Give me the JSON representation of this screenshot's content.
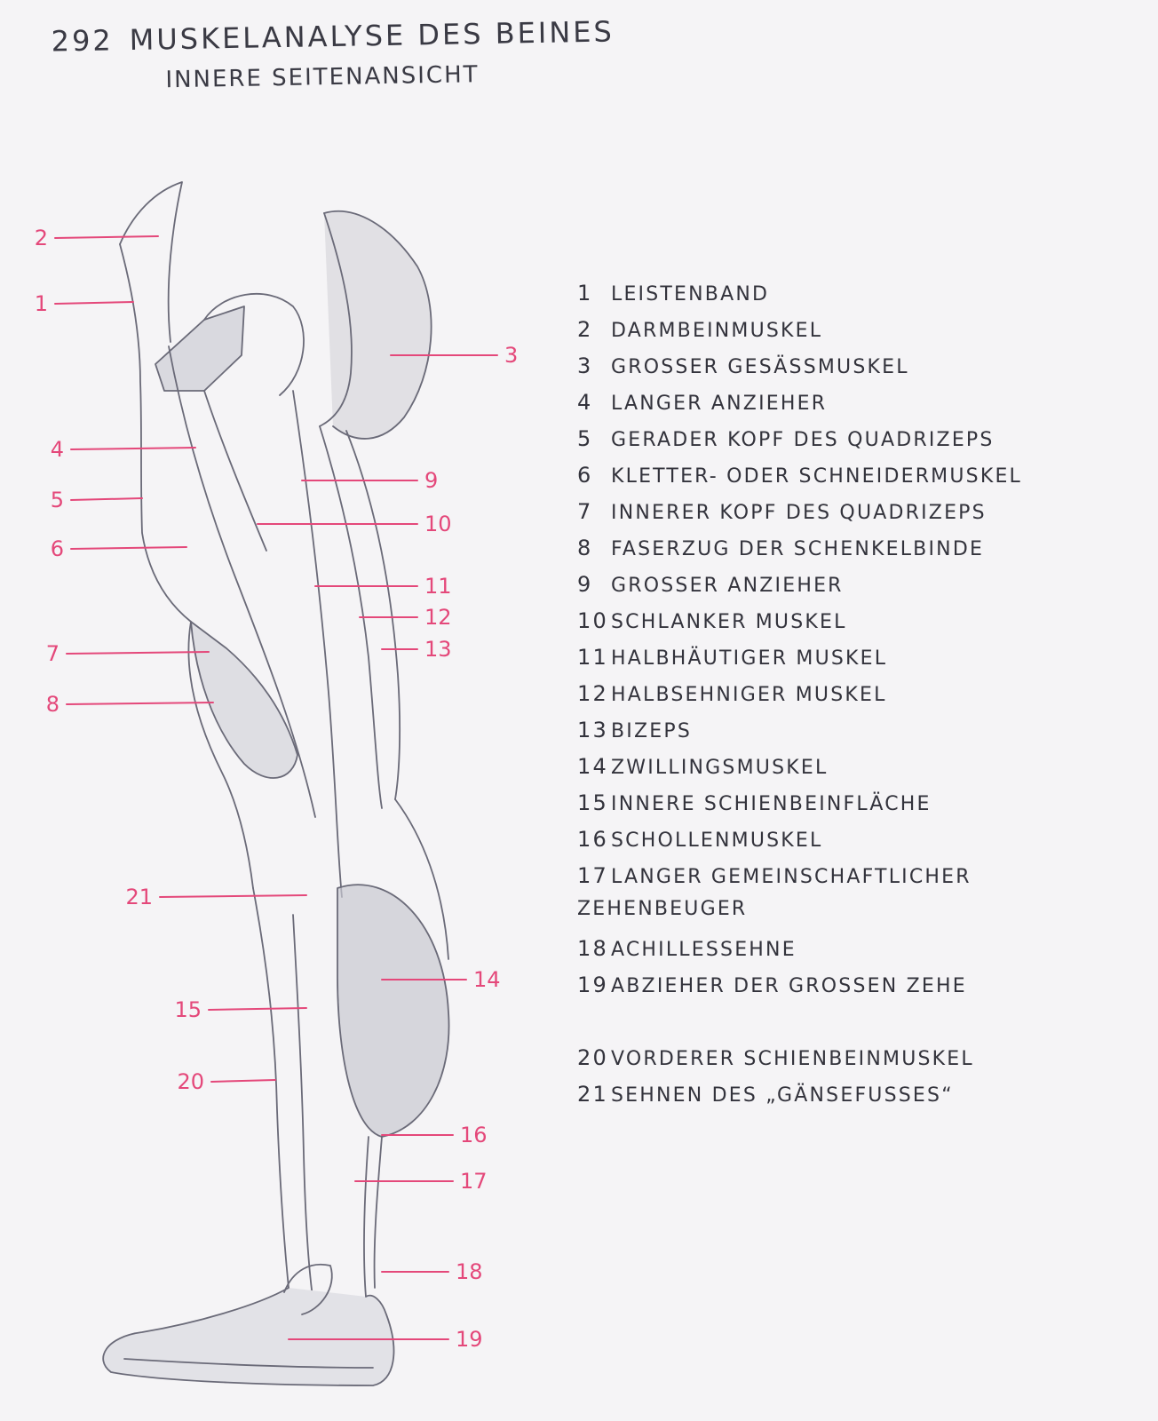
{
  "title": {
    "number": "292",
    "line1": "MUSKELANALYSE DES BEINES",
    "line2": "INNERE SEITENANSICHT"
  },
  "colors": {
    "callout": "#e4487a",
    "ink": "#33333c",
    "pencil": "#6a6a78"
  },
  "legend": [
    {
      "n": "1",
      "label": "LEISTENBAND"
    },
    {
      "n": "2",
      "label": "DARMBEINMUSKEL"
    },
    {
      "n": "3",
      "label": "GROSSER GESÄSSMUSKEL"
    },
    {
      "n": "4",
      "label": "LANGER ANZIEHER"
    },
    {
      "n": "5",
      "label": "GERADER KOPF DES QUADRIZEPS"
    },
    {
      "n": "6",
      "label": "KLETTER- ODER SCHNEIDERMUSKEL"
    },
    {
      "n": "7",
      "label": "INNERER KOPF DES QUADRIZEPS"
    },
    {
      "n": "8",
      "label": "FASERZUG DER SCHENKELBINDE"
    },
    {
      "n": "9",
      "label": "GROSSER ANZIEHER"
    },
    {
      "n": "10",
      "label": "SCHLANKER MUSKEL"
    },
    {
      "n": "11",
      "label": "HALBHÄUTIGER MUSKEL"
    },
    {
      "n": "12",
      "label": "HALBSEHNIGER MUSKEL"
    },
    {
      "n": "13",
      "label": "BIZEPS"
    },
    {
      "n": "14",
      "label": "ZWILLINGSMUSKEL"
    },
    {
      "n": "15",
      "label": "INNERE SCHIENBEINFLÄCHE"
    },
    {
      "n": "16",
      "label": "SCHOLLENMUSKEL"
    },
    {
      "n": "17",
      "label": "LANGER GEMEINSCHAFTLICHER ZEHENBEUGER"
    },
    {
      "n": "18",
      "label": "ACHILLESSEHNE"
    },
    {
      "n": "19",
      "label": "ABZIEHER DER GROSSEN ZEHE"
    },
    {
      "n": "20",
      "label": "VORDERER SCHIENBEINMUSKEL"
    },
    {
      "n": "21",
      "label": "SEHNEN DES „GÄNSEFUSSES“"
    }
  ],
  "callouts": {
    "left": [
      "2",
      "1",
      "4",
      "5",
      "6",
      "7",
      "8",
      "21",
      "15",
      "20"
    ],
    "right": [
      "3",
      "9",
      "10",
      "11",
      "12",
      "13",
      "14",
      "16",
      "17",
      "18",
      "19"
    ]
  }
}
